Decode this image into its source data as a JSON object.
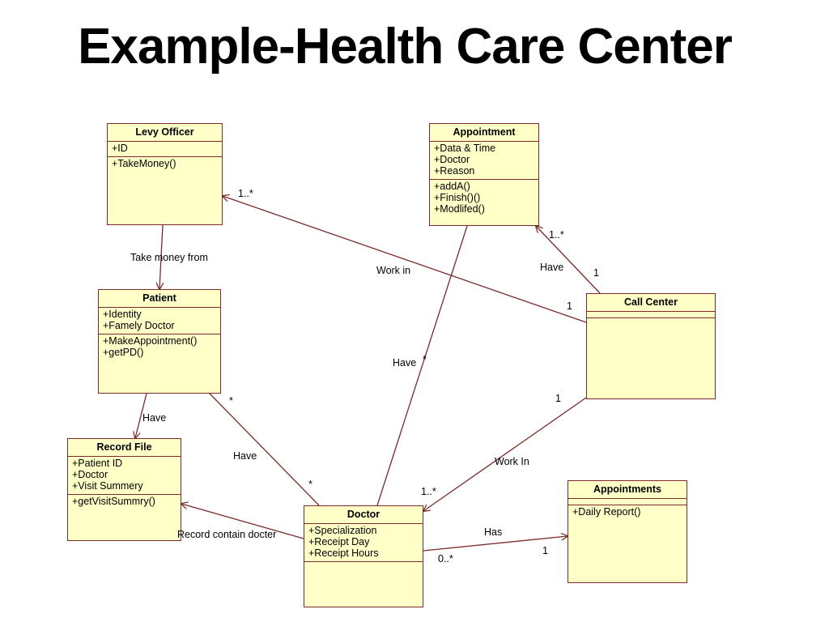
{
  "title": "Example-Health Care Center",
  "classes": {
    "levy_officer": {
      "name": "Levy Officer",
      "attributes": [
        "+ID"
      ],
      "operations": [
        "+TakeMoney()"
      ]
    },
    "appointment": {
      "name": "Appointment",
      "attributes": [
        "+Data & Time",
        "+Doctor",
        "+Reason"
      ],
      "operations": [
        "+addA()",
        "+Finish()()",
        "+Modlifed()"
      ]
    },
    "patient": {
      "name": "Patient",
      "attributes": [
        "+Identity",
        "+Famely Doctor"
      ],
      "operations": [
        "+MakeAppointment()",
        "+getPD()"
      ]
    },
    "call_center": {
      "name": "Call Center",
      "attributes": [],
      "operations": []
    },
    "record_file": {
      "name": "Record File",
      "attributes": [
        "+Patient ID",
        "+Doctor",
        "+Visit Summery"
      ],
      "operations": [
        "+getVisitSummry()"
      ]
    },
    "doctor": {
      "name": "Doctor",
      "attributes": [
        "+Specialization",
        "+Receipt Day",
        "+Receipt Hours"
      ],
      "operations": []
    },
    "appointments": {
      "name": "Appointments",
      "attributes": [],
      "operations": [
        "+Daily Report()"
      ]
    }
  },
  "associations": {
    "take_money_from": {
      "label": "Take money from"
    },
    "work_in_levy": {
      "label": "Work in",
      "mult_target": "1..*",
      "mult_source": "1"
    },
    "have_appointment_callcenter": {
      "label": "Have",
      "mult_target": "1..*",
      "mult_source": "1"
    },
    "have_appointment_doctor": {
      "label": "Have",
      "mult_target": "*"
    },
    "have_patient_record": {
      "label": "Have"
    },
    "have_patient_doctor": {
      "label": "Have",
      "mult_patient": "*",
      "mult_doctor": "*"
    },
    "work_in_doctor": {
      "label": "Work In",
      "mult_source": "1",
      "mult_target": "1..*"
    },
    "record_contain_doctor": {
      "label": "Record contain docter"
    },
    "has_appointments": {
      "label": "Has",
      "mult_source": "0..*",
      "mult_target": "1"
    }
  },
  "colors": {
    "class_fill": "#ffffc8",
    "class_border": "#7a2a2a",
    "line": "#7a2a2a"
  }
}
